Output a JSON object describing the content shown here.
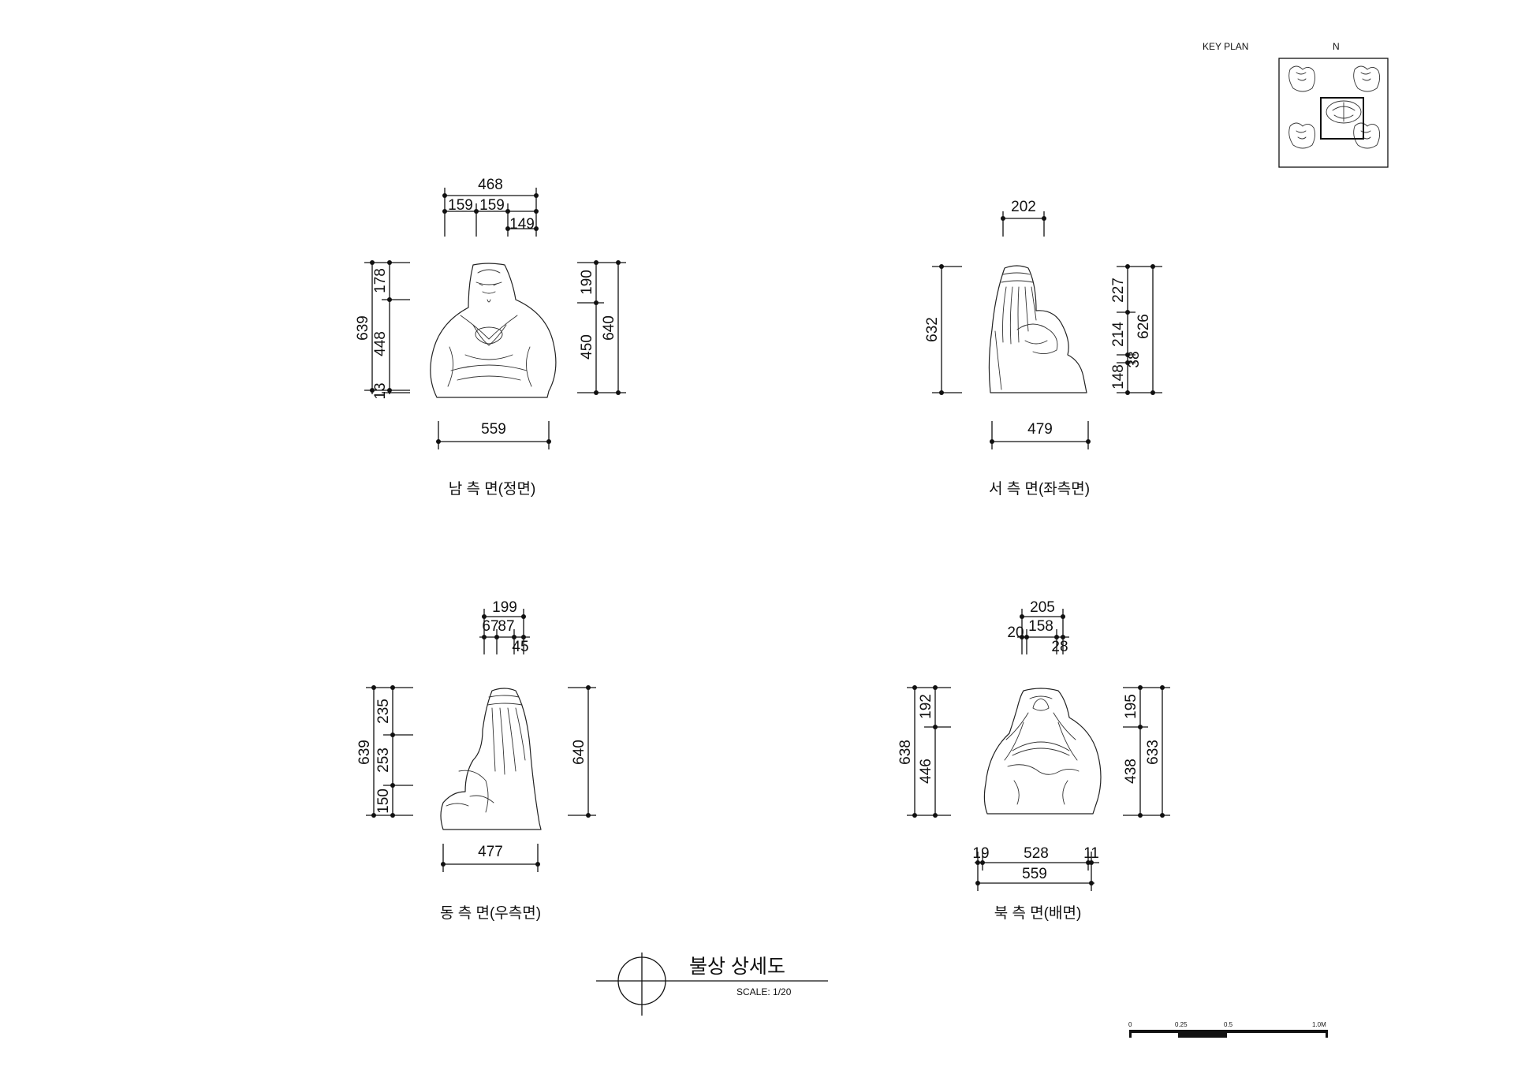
{
  "key_plan": {
    "label": "KEY PLAN",
    "north": "N"
  },
  "views": {
    "south": {
      "caption": "남 측 면(정면)",
      "dims": {
        "top_total": "468",
        "top_a": "159",
        "top_b": "159",
        "top_c": "149",
        "left_total": "639",
        "left_a": "178",
        "left_b": "448",
        "left_c": "13",
        "right_a": "190",
        "right_b": "450",
        "right_total": "640",
        "bottom": "559"
      }
    },
    "west": {
      "caption": "서 측 면(좌측면)",
      "dims": {
        "top": "202",
        "left": "632",
        "right_a": "227",
        "right_b": "214",
        "right_c": "148",
        "right_d": "38",
        "right_total": "626",
        "bottom": "479"
      }
    },
    "east": {
      "caption": "동 측 면(우측면)",
      "dims": {
        "top_total": "199",
        "top_a": "67",
        "top_b": "87",
        "top_c": "45",
        "left_total": "639",
        "left_a": "235",
        "left_b": "253",
        "left_c": "150",
        "right": "640",
        "bottom": "477"
      }
    },
    "north": {
      "caption": "북 측 면(배면)",
      "dims": {
        "top_total": "205",
        "top_a": "20",
        "top_b": "158",
        "top_c": "28",
        "left_total": "638",
        "left_a": "192",
        "left_b": "446",
        "right_a": "195",
        "right_b": "438",
        "right_total": "633",
        "bottom_a": "19",
        "bottom_b": "528",
        "bottom_c": "11",
        "bottom_total": "559"
      }
    }
  },
  "title_block": {
    "title": "불상 상세도",
    "scale": "SCALE: 1/20"
  },
  "scale_bar": {
    "l0": "0",
    "l1": "0.25",
    "l2": "0.5",
    "l3": "1.0M"
  }
}
